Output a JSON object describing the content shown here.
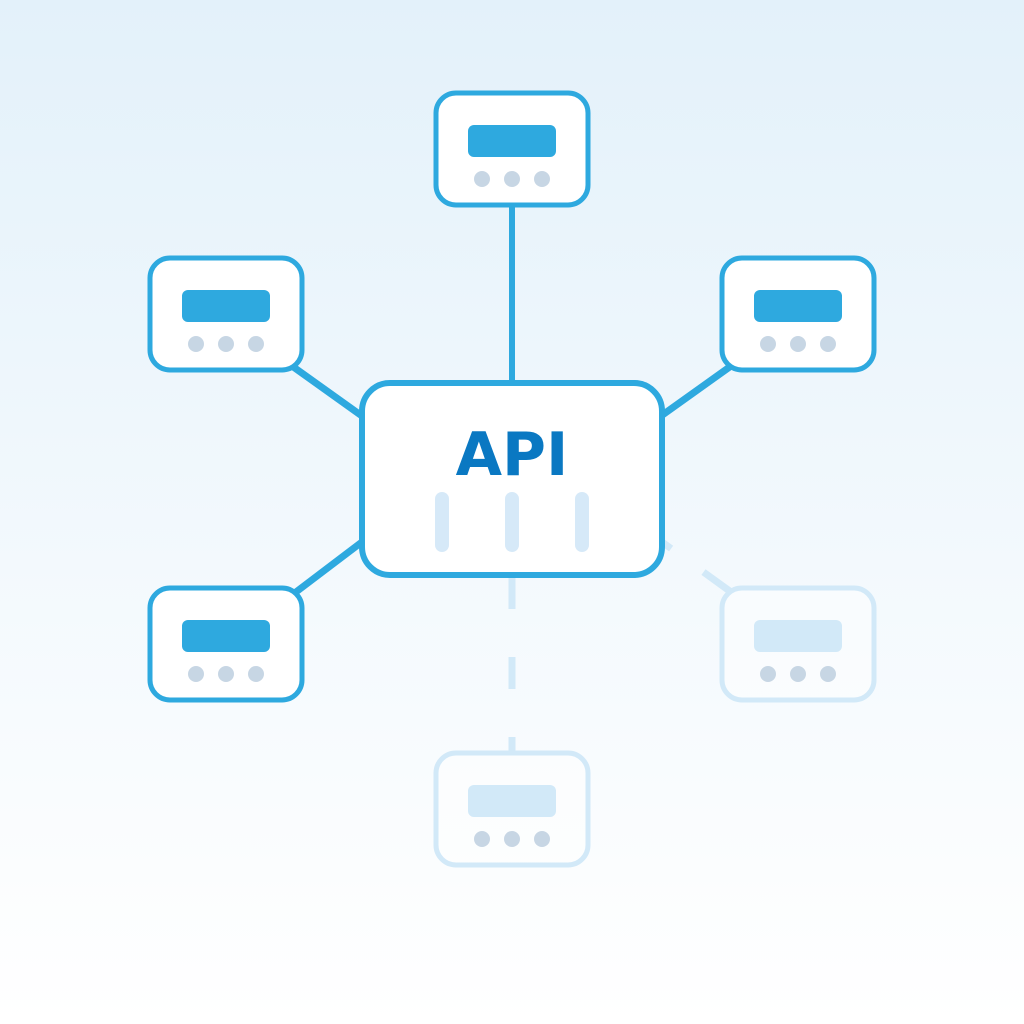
{
  "hub": {
    "label": "API",
    "label_color": "#0a78c2"
  },
  "colors": {
    "stroke_active": "#2ea9df",
    "stroke_faded": "#d2e9f8",
    "screen_active": "#2ea9df",
    "screen_faded": "#d2e9f8",
    "dot": "#c7d6e4",
    "card_fill": "#ffffff",
    "slot": "#d6e9f8",
    "connector_faded": "#d2e9f8"
  },
  "nodes": [
    {
      "id": "top",
      "icon": "device-icon",
      "state": "connected"
    },
    {
      "id": "upper-left",
      "icon": "device-icon",
      "state": "connected"
    },
    {
      "id": "upper-right",
      "icon": "device-icon",
      "state": "connected"
    },
    {
      "id": "lower-left",
      "icon": "device-icon",
      "state": "connected"
    },
    {
      "id": "lower-right",
      "icon": "device-icon",
      "state": "pending"
    },
    {
      "id": "bottom",
      "icon": "device-icon",
      "state": "pending"
    }
  ]
}
